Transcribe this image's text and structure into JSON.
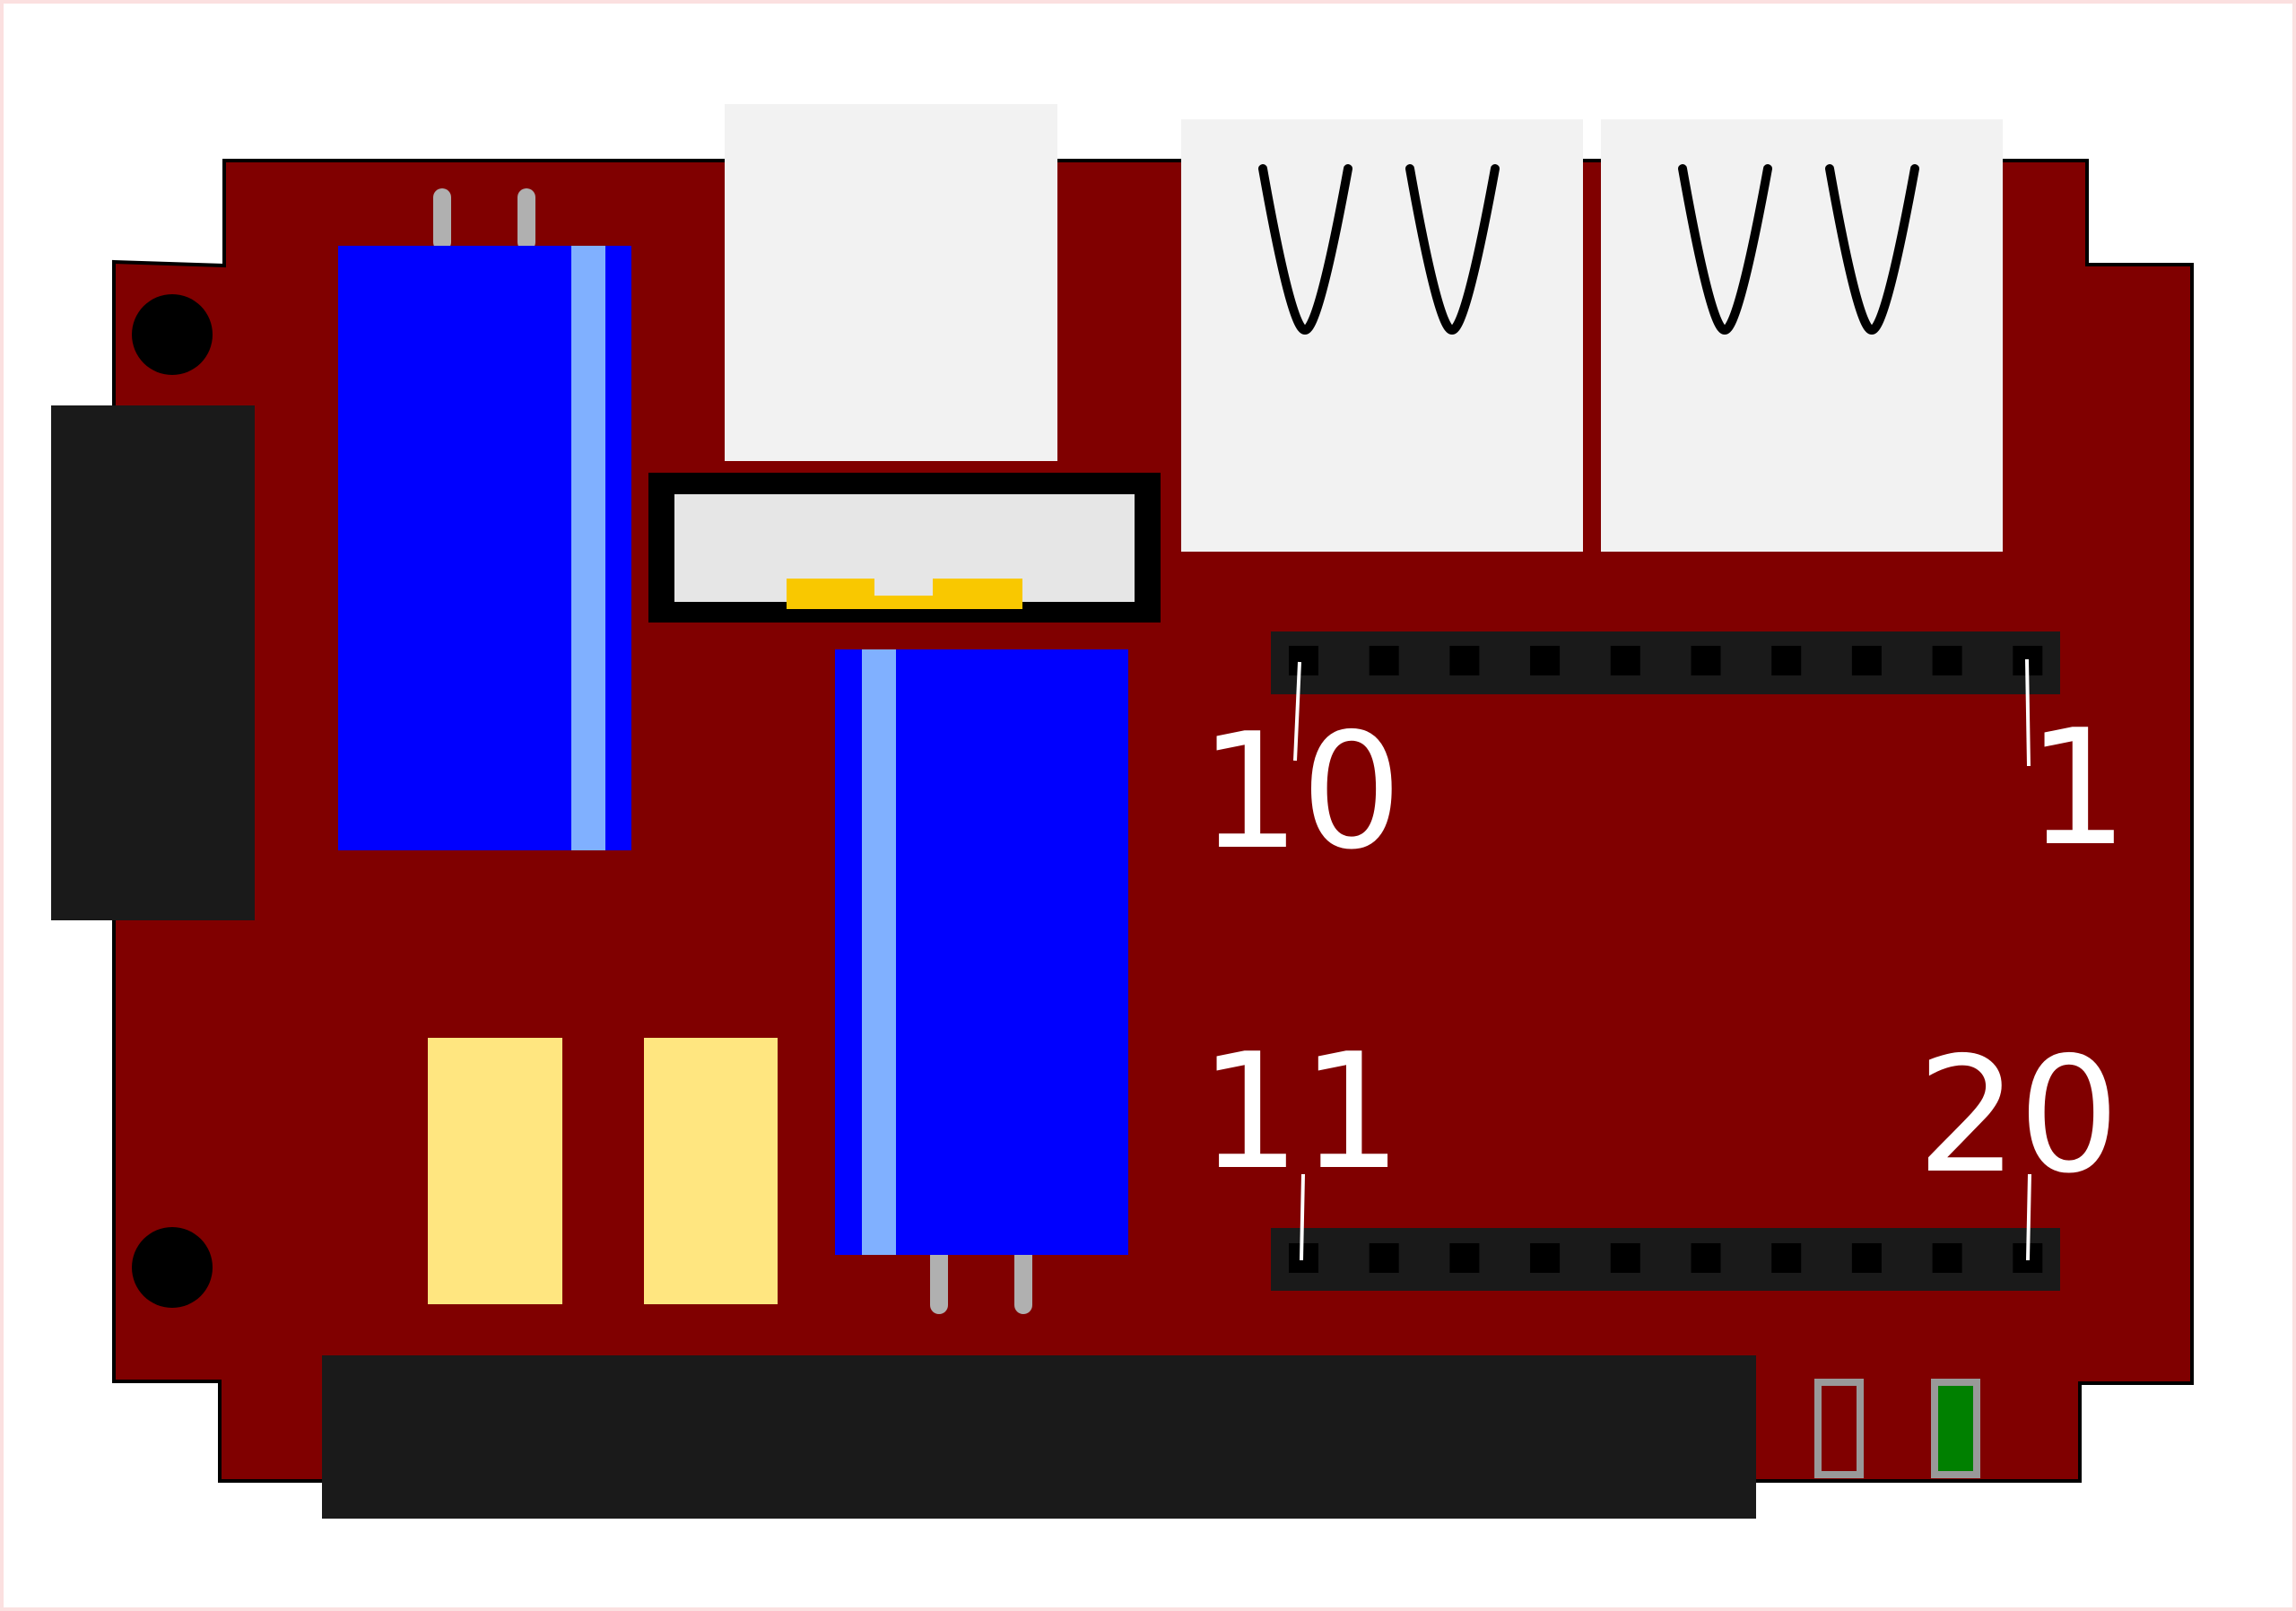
{
  "board": {
    "pin_labels": {
      "top_left": "10",
      "top_right": "1",
      "bottom_left": "11",
      "bottom_right": "20"
    }
  },
  "colors": {
    "pcb": "#800000",
    "capacitor": "#0000ff",
    "capacitor_stripe": "#80b0ff",
    "header": "#1a1a1a",
    "pad": "#000000",
    "connector": "#f2f2f2",
    "led_on": "#008000",
    "ic_yellow": "#ffe680",
    "crystal": "#f9c800",
    "frame": "#fbe6e6"
  },
  "icons": {
    "mounting_hole": "mounting-hole-icon",
    "led": "led-icon"
  }
}
